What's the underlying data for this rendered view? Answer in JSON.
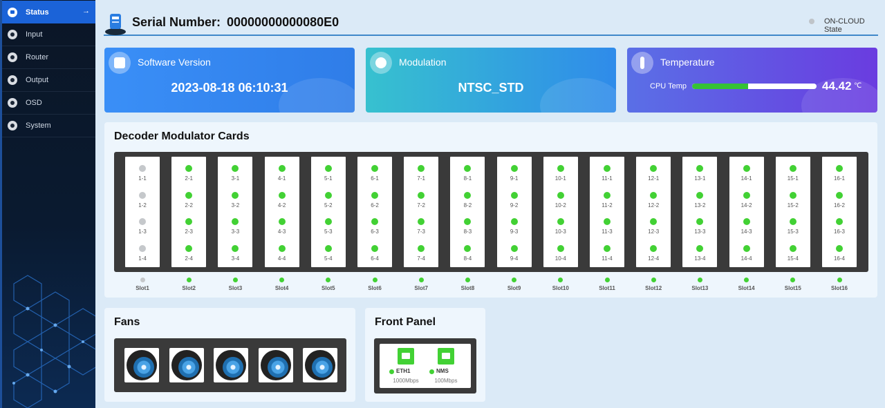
{
  "sidebar": {
    "items": [
      {
        "label": "Status",
        "icon": "chart-bars-icon",
        "active": true
      },
      {
        "label": "Input",
        "icon": "globe-icon",
        "active": false
      },
      {
        "label": "Router",
        "icon": "router-icon",
        "active": false
      },
      {
        "label": "Output",
        "icon": "output-icon",
        "active": false
      },
      {
        "label": "OSD",
        "icon": "osd-icon",
        "active": false
      },
      {
        "label": "System",
        "icon": "gear-icon",
        "active": false
      }
    ]
  },
  "header": {
    "serial_label": "Serial Number:",
    "serial_value": "00000000000080E0",
    "cloud_state": "ON-CLOUD State"
  },
  "info": {
    "software": {
      "title": "Software Version",
      "value": "2023-08-18 06:10:31"
    },
    "modulation": {
      "title": "Modulation",
      "value": "NTSC_STD"
    },
    "temperature": {
      "title": "Temperature",
      "label": "CPU Temp",
      "value": "44.42",
      "unit": "℃",
      "level": 0.45
    }
  },
  "cards_panel": {
    "title": "Decoder Modulator Cards",
    "slots": [
      {
        "name": "Slot1",
        "active": false,
        "ports": [
          "1-1",
          "1-2",
          "1-3",
          "1-4"
        ]
      },
      {
        "name": "Slot2",
        "active": true,
        "ports": [
          "2-1",
          "2-2",
          "2-3",
          "2-4"
        ]
      },
      {
        "name": "Slot3",
        "active": true,
        "ports": [
          "3-1",
          "3-2",
          "3-3",
          "3-4"
        ]
      },
      {
        "name": "Slot4",
        "active": true,
        "ports": [
          "4-1",
          "4-2",
          "4-3",
          "4-4"
        ]
      },
      {
        "name": "Slot5",
        "active": true,
        "ports": [
          "5-1",
          "5-2",
          "5-3",
          "5-4"
        ]
      },
      {
        "name": "Slot6",
        "active": true,
        "ports": [
          "6-1",
          "6-2",
          "6-3",
          "6-4"
        ]
      },
      {
        "name": "Slot7",
        "active": true,
        "ports": [
          "7-1",
          "7-2",
          "7-3",
          "7-4"
        ]
      },
      {
        "name": "Slot8",
        "active": true,
        "ports": [
          "8-1",
          "8-2",
          "8-3",
          "8-4"
        ]
      },
      {
        "name": "Slot9",
        "active": true,
        "ports": [
          "9-1",
          "9-2",
          "9-3",
          "9-4"
        ]
      },
      {
        "name": "Slot10",
        "active": true,
        "ports": [
          "10-1",
          "10-2",
          "10-3",
          "10-4"
        ]
      },
      {
        "name": "Slot11",
        "active": true,
        "ports": [
          "11-1",
          "11-2",
          "11-3",
          "11-4"
        ]
      },
      {
        "name": "Slot12",
        "active": true,
        "ports": [
          "12-1",
          "12-2",
          "12-3",
          "12-4"
        ]
      },
      {
        "name": "Slot13",
        "active": true,
        "ports": [
          "13-1",
          "13-2",
          "13-3",
          "13-4"
        ]
      },
      {
        "name": "Slot14",
        "active": true,
        "ports": [
          "14-1",
          "14-2",
          "14-3",
          "14-4"
        ]
      },
      {
        "name": "Slot15",
        "active": true,
        "ports": [
          "15-1",
          "15-2",
          "15-3",
          "15-4"
        ]
      },
      {
        "name": "Slot16",
        "active": true,
        "ports": [
          "16-1",
          "16-2",
          "16-3",
          "16-4"
        ]
      }
    ]
  },
  "fans": {
    "title": "Fans",
    "items": [
      "fan-icon",
      "fan-icon",
      "fan-icon",
      "fan-icon",
      "fan-icon"
    ]
  },
  "front_panel": {
    "title": "Front Panel",
    "ports": [
      {
        "name": "ETH1",
        "speed": "1000Mbps"
      },
      {
        "name": "NMS",
        "speed": "100Mbps"
      }
    ]
  },
  "colors": {
    "accent": "#1b63d8",
    "led_on": "#42d134",
    "led_off": "#c5c8cb"
  }
}
